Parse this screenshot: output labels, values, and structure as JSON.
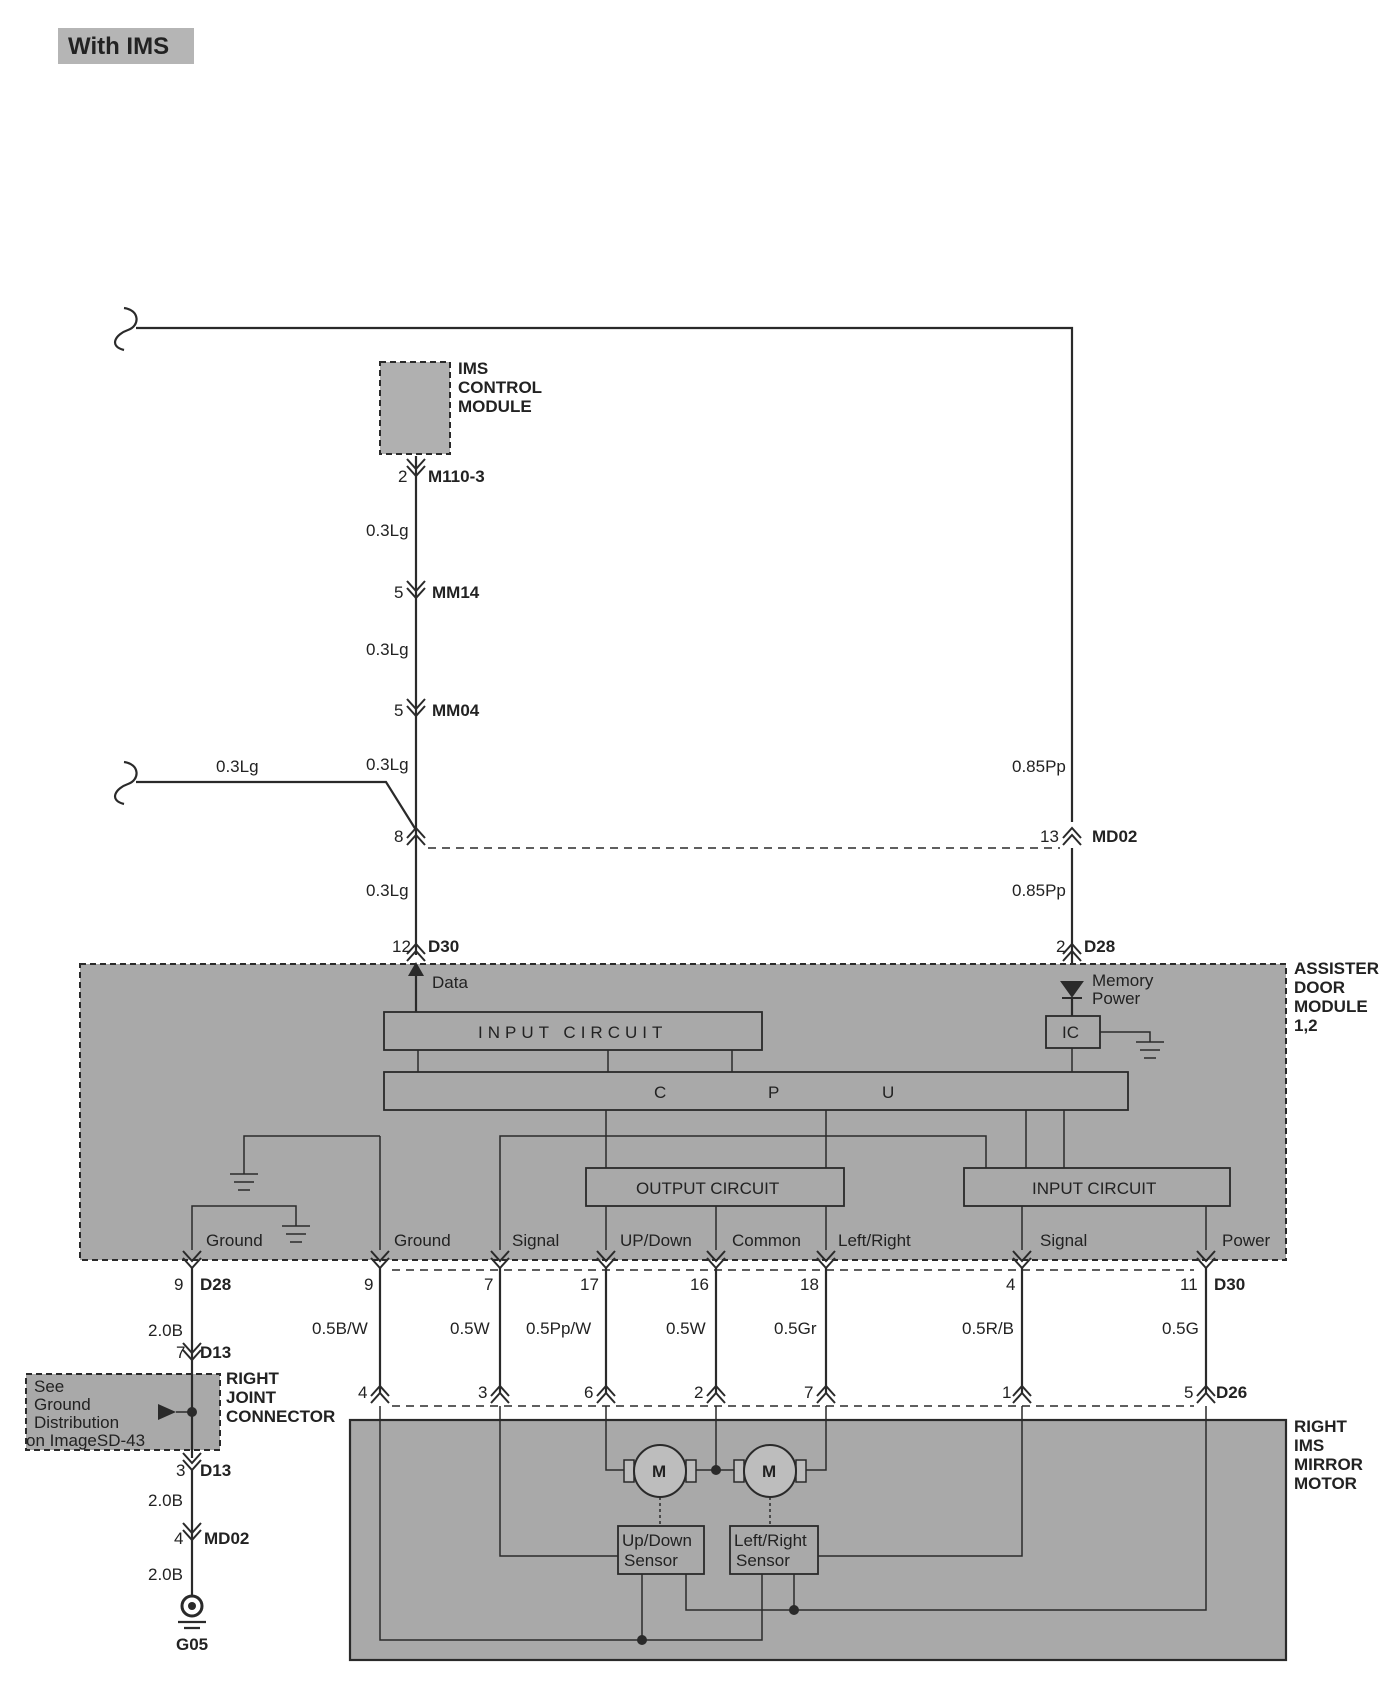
{
  "header": {
    "tag": "With IMS"
  },
  "ims_module": {
    "name_lines": [
      "IMS",
      "CONTROL",
      "MODULE"
    ],
    "pin": "2",
    "connector": "M110-3"
  },
  "wires": {
    "lg_a": "0.3Lg",
    "lg_b": "0.3Lg",
    "lg_c": "0.3Lg",
    "lg_left": "0.3Lg",
    "lg_d": "0.3Lg",
    "pp_a": "0.85Pp",
    "pp_b": "0.85Pp",
    "gnd_a": "2.0B",
    "gnd_b": "2.0B",
    "gnd_c": "2.0B",
    "w1": "0.5B/W",
    "w2": "0.5W",
    "w3": "0.5Pp/W",
    "w4": "0.5W",
    "w5": "0.5Gr",
    "w6": "0.5R/B",
    "w7": "0.5G"
  },
  "connectors": {
    "mm14": {
      "pin": "5",
      "name": "MM14"
    },
    "mm04": {
      "pin": "5",
      "name": "MM04"
    },
    "md02_top": {
      "pin_left": "8",
      "pin_right": "13",
      "name": "MD02"
    },
    "d30_top": {
      "pin": "12",
      "name": "D30"
    },
    "d28_top": {
      "pin": "2",
      "name": "D28"
    },
    "d28_bottom": {
      "pin": "9",
      "name": "D28"
    },
    "d30_bottom": {
      "pins": [
        "9",
        "7",
        "17",
        "16",
        "18",
        "4"
      ],
      "pin_last": "11",
      "name": "D30"
    },
    "d13_top": {
      "pin": "7",
      "name": "D13"
    },
    "d13_bottom": {
      "pin": "3",
      "name": "D13"
    },
    "md02_bottom": {
      "pin": "4",
      "name": "MD02"
    },
    "d26": {
      "pins": [
        "4",
        "3",
        "6",
        "2",
        "7",
        "1"
      ],
      "pin_last": "5",
      "name": "D26"
    },
    "ground": {
      "name": "G05"
    }
  },
  "assister_module": {
    "name_lines": [
      "ASSISTER",
      "DOOR",
      "MODULE",
      "1,2"
    ],
    "data_label": "Data",
    "memory_power_lines": [
      "Memory",
      "Power"
    ],
    "ic": "IC",
    "input_circuit_top": "INPUT CIRCUIT",
    "cpu": [
      "C",
      "P",
      "U"
    ],
    "output_circuit": "OUTPUT CIRCUIT",
    "input_circuit_right": "INPUT CIRCUIT",
    "terminals": [
      "Ground",
      "Ground",
      "Signal",
      "UP/Down",
      "Common",
      "Left/Right",
      "Signal",
      "Power"
    ]
  },
  "joint_connector": {
    "note_lines": [
      "See",
      "Ground",
      "Distribution",
      "on ImageSD-43"
    ],
    "name_lines": [
      "RIGHT",
      "JOINT",
      "CONNECTOR"
    ]
  },
  "mirror_motor": {
    "name_lines": [
      "RIGHT",
      "IMS",
      "MIRROR",
      "MOTOR"
    ],
    "motor_label": "M",
    "updown_sensor": [
      "Up/Down",
      "Sensor"
    ],
    "leftright_sensor": [
      "Left/Right",
      "Sensor"
    ]
  }
}
